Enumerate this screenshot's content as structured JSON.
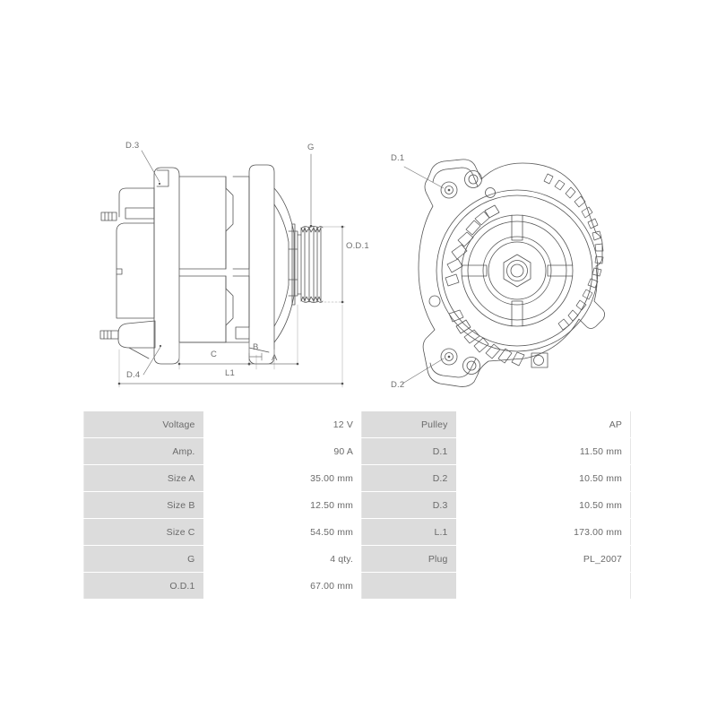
{
  "page": {
    "background": "#ffffff",
    "line_color": "#555555",
    "label_color": "#6f6f6f"
  },
  "drawings": {
    "side_view": {
      "name": "alternator-side-view",
      "labels": {
        "d3": "D.3",
        "d4": "D.4",
        "g": "G",
        "od1": "O.D.1",
        "a": "A",
        "b": "B",
        "c": "C",
        "l1": "L1"
      }
    },
    "front_view": {
      "name": "alternator-front-view",
      "labels": {
        "d1": "D.1",
        "d2": "D.2"
      }
    }
  },
  "spec_table": {
    "rows": [
      {
        "left_label": "Voltage",
        "left_value": "12 V",
        "right_label": "Pulley",
        "right_value": "AP"
      },
      {
        "left_label": "Amp.",
        "left_value": "90 A",
        "right_label": "D.1",
        "right_value": "11.50 mm"
      },
      {
        "left_label": "Size A",
        "left_value": "35.00 mm",
        "right_label": "D.2",
        "right_value": "10.50 mm"
      },
      {
        "left_label": "Size B",
        "left_value": "12.50 mm",
        "right_label": "D.3",
        "right_value": "10.50 mm"
      },
      {
        "left_label": "Size C",
        "left_value": "54.50 mm",
        "right_label": "L.1",
        "right_value": "173.00 mm"
      },
      {
        "left_label": "G",
        "left_value": "4 qty.",
        "right_label": "Plug",
        "right_value": "PL_2007"
      },
      {
        "left_label": "O.D.1",
        "left_value": "67.00 mm",
        "right_label": "",
        "right_value": ""
      }
    ]
  }
}
